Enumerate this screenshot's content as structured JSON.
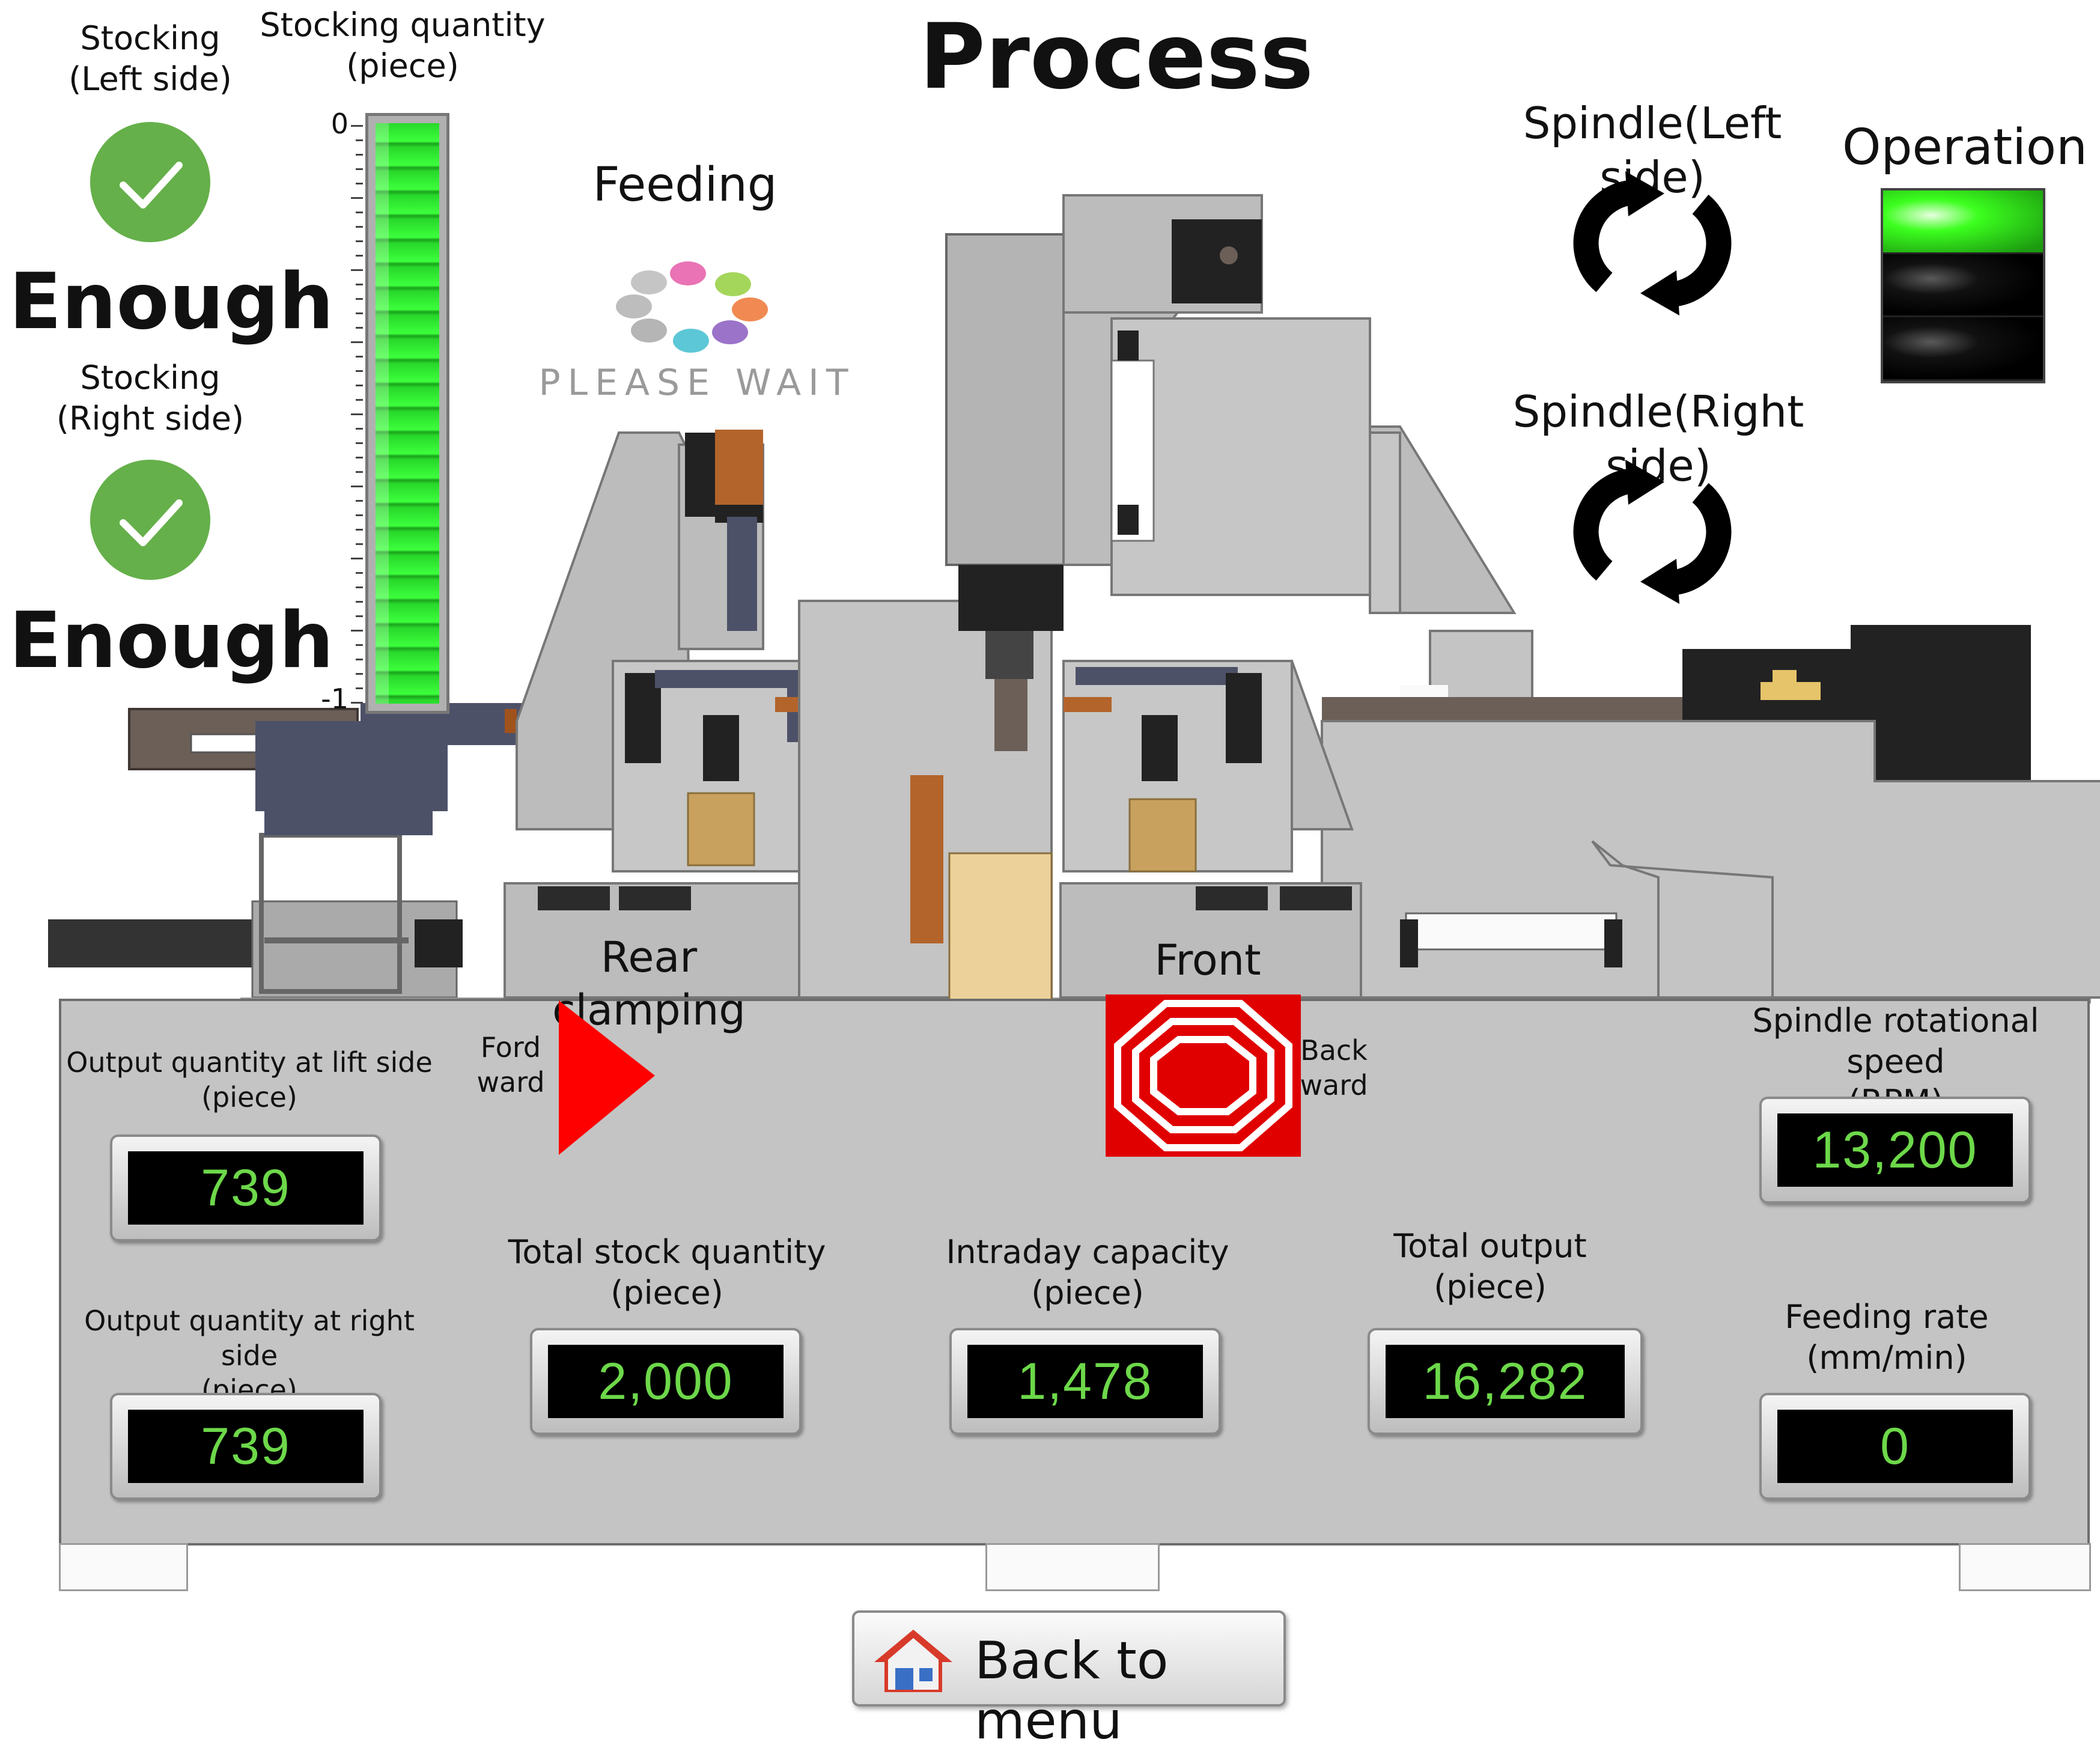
{
  "title": "Process",
  "stocking_left": {
    "label_line1": "Stocking",
    "label_line2": "(Left side)",
    "status": "Enough",
    "icon": "check-circle-icon"
  },
  "stocking_right": {
    "label_line1": "Stocking",
    "label_line2": "(Right side)",
    "status": "Enough",
    "icon": "check-circle-icon"
  },
  "stocking_quantity": {
    "label_line1": "Stocking quantity",
    "label_line2": "(piece)",
    "scale_top": "0",
    "scale_bottom": "-1",
    "fill_fraction": 1.0,
    "color": "#28d82a"
  },
  "feeding": {
    "label": "Feeding",
    "wait_text": "PLEASE WAIT",
    "icon": "loading-spinner-icon"
  },
  "spindle_left": {
    "label": "Spindle(Left side)",
    "icon": "rotate-icon"
  },
  "spindle_right": {
    "label": "Spindle(Right side)",
    "icon": "rotate-icon"
  },
  "operation": {
    "label": "Operation",
    "lights": [
      "#3cff1e",
      "#000000",
      "#000000"
    ]
  },
  "clamping": {
    "rear_label": "Rear clamping",
    "front_label": "Front clamping"
  },
  "direction": {
    "forward_line1": "Ford",
    "forward_line2": "ward",
    "forward_icon": "forward-arrow-icon",
    "backward_line1": "Back",
    "backward_line2": "ward",
    "backward_icon": "stop-octagon-icon",
    "accent": "#ff0000"
  },
  "metrics": {
    "output_left": {
      "label_line1": "Output quantity at lift side",
      "label_line2": "(piece)",
      "value": "739"
    },
    "output_right": {
      "label_line1": "Output quantity at right side",
      "label_line2": "(piece)",
      "value": "739"
    },
    "total_stock": {
      "label_line1": "Total stock quantity",
      "label_line2": "(piece)",
      "value": "2,000"
    },
    "intraday_capacity": {
      "label_line1": "Intraday capacity",
      "label_line2": "(piece)",
      "value": "1,478"
    },
    "total_output": {
      "label_line1": "Total output",
      "label_line2": "(piece)",
      "value": "16,282"
    },
    "spindle_speed": {
      "label_line1": "Spindle rotational speed",
      "label_line2": "(RPM)",
      "value": "13,200"
    },
    "feeding_rate": {
      "label_line1": "Feeding rate",
      "label_line2": "(mm/min)",
      "value": "0"
    }
  },
  "back_button": {
    "label": "Back to menu",
    "icon": "home-icon"
  }
}
